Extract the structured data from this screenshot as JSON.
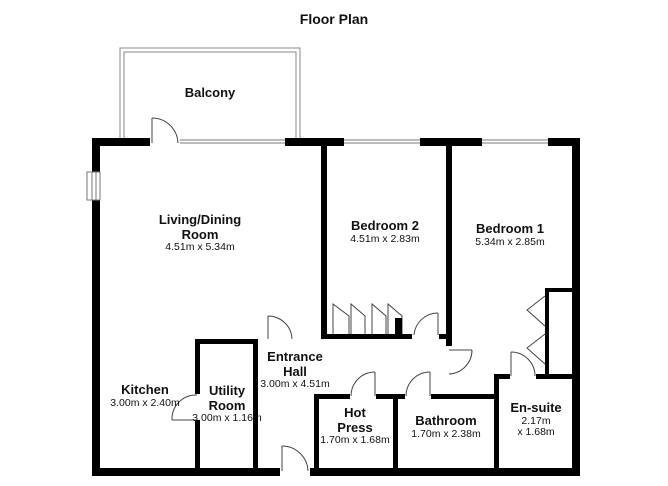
{
  "title": "Floor Plan",
  "rooms": {
    "balcony": {
      "name": "Balcony"
    },
    "living": {
      "name": "Living/Dining\nRoom",
      "dims": "4.51m x 5.34m"
    },
    "bedroom2": {
      "name": "Bedroom 2",
      "dims": "4.51m x 2.83m"
    },
    "bedroom1": {
      "name": "Bedroom 1",
      "dims": "5.34m x 2.85m"
    },
    "hall": {
      "name": "Entrance\nHall",
      "dims": "3.00m x 4.51m"
    },
    "kitchen": {
      "name": "Kitchen",
      "dims": "3.00m x 2.40m"
    },
    "utility": {
      "name": "Utility\nRoom",
      "dims": "3.00m x 1.16m"
    },
    "hotpress": {
      "name": "Hot\nPress",
      "dims": "1.70m x 1.68m"
    },
    "bathroom": {
      "name": "Bathroom",
      "dims": "1.70m x 2.38m"
    },
    "ensuite": {
      "name": "En-suite",
      "dims": "2.17m\nx 1.68m"
    }
  },
  "colors": {
    "wall": "#000000",
    "background": "#ffffff",
    "window": "#7a7a7a"
  }
}
